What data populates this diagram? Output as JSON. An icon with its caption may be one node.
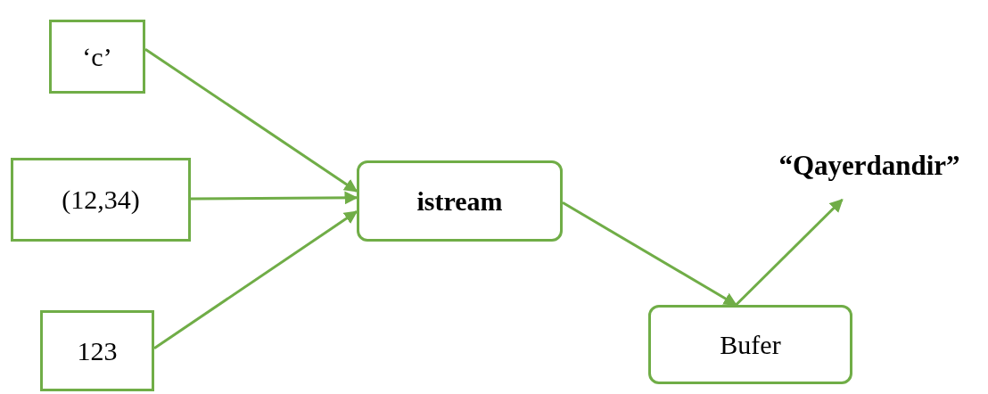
{
  "diagram": {
    "nodes": [
      {
        "text": [
          "‘c’"
        ]
      },
      {
        "text": [
          "(12,34)"
        ]
      },
      {
        "text": [
          "123"
        ]
      },
      {
        "text": [
          "istream"
        ]
      },
      {
        "text": [
          "Bufer"
        ]
      },
      {
        "text": [
          "“Qayerdandir”"
        ]
      }
    ],
    "edges": [
      {
        "from": 0,
        "to": 3,
        "arrow": "to"
      },
      {
        "from": 1,
        "to": 3,
        "arrow": "to"
      },
      {
        "from": 2,
        "to": 3,
        "arrow": "to"
      },
      {
        "from": 3,
        "to": 4,
        "arrow": "to"
      },
      {
        "from": 4,
        "to": 5,
        "arrow": "to"
      }
    ]
  }
}
